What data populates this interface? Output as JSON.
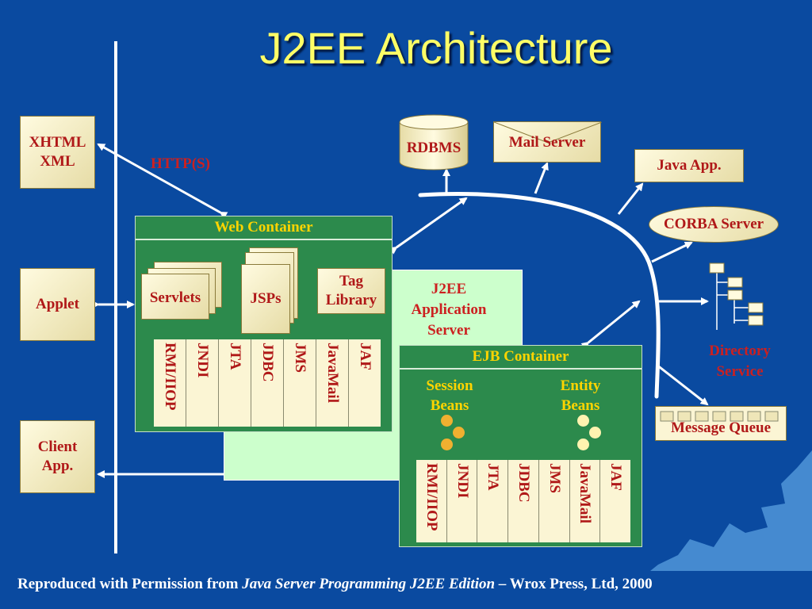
{
  "title": "J2EE Architecture",
  "clients": {
    "xhtml": "XHTML\nXML",
    "applet": "Applet",
    "client_app": "Client\nApp."
  },
  "http_label": "HTTP(S)",
  "services": {
    "rdbms": "RDBMS",
    "mail_server": "Mail Server",
    "java_app": "Java App.",
    "corba_server": "CORBA Server",
    "directory_service": "Directory\nService",
    "message_queue": "Message Queue"
  },
  "app_server_label": "J2EE\nApplication\nServer",
  "web_container": {
    "header": "Web Container",
    "servlets": "Servlets",
    "jsps": "JSPs",
    "tag_library": "Tag\nLibrary",
    "apis": [
      "RMI/IIOP",
      "JNDI",
      "JTA",
      "JDBC",
      "JMS",
      "JavaMail",
      "JAF"
    ]
  },
  "ejb_container": {
    "header": "EJB Container",
    "session_beans": "Session\nBeans",
    "entity_beans": "Entity\nBeans",
    "apis": [
      "RMI/IIOP",
      "JNDI",
      "JTA",
      "JDBC",
      "JMS",
      "JavaMail",
      "JAF"
    ]
  },
  "footer": {
    "prefix": "Reproduced with Permission from ",
    "book": "Java Server Programming J2EE Edition",
    "suffix": " – Wrox Press, Ltd,  2000"
  },
  "colors": {
    "background": "#0a4aa0",
    "title": "#ffff66",
    "container": "#2c8a4c",
    "app_server": "#ccffcc",
    "label_red": "#cc2020",
    "container_header": "#ffd400",
    "session_bean_dot": "#f0b030",
    "entity_bean_dot": "#fff3b0"
  }
}
